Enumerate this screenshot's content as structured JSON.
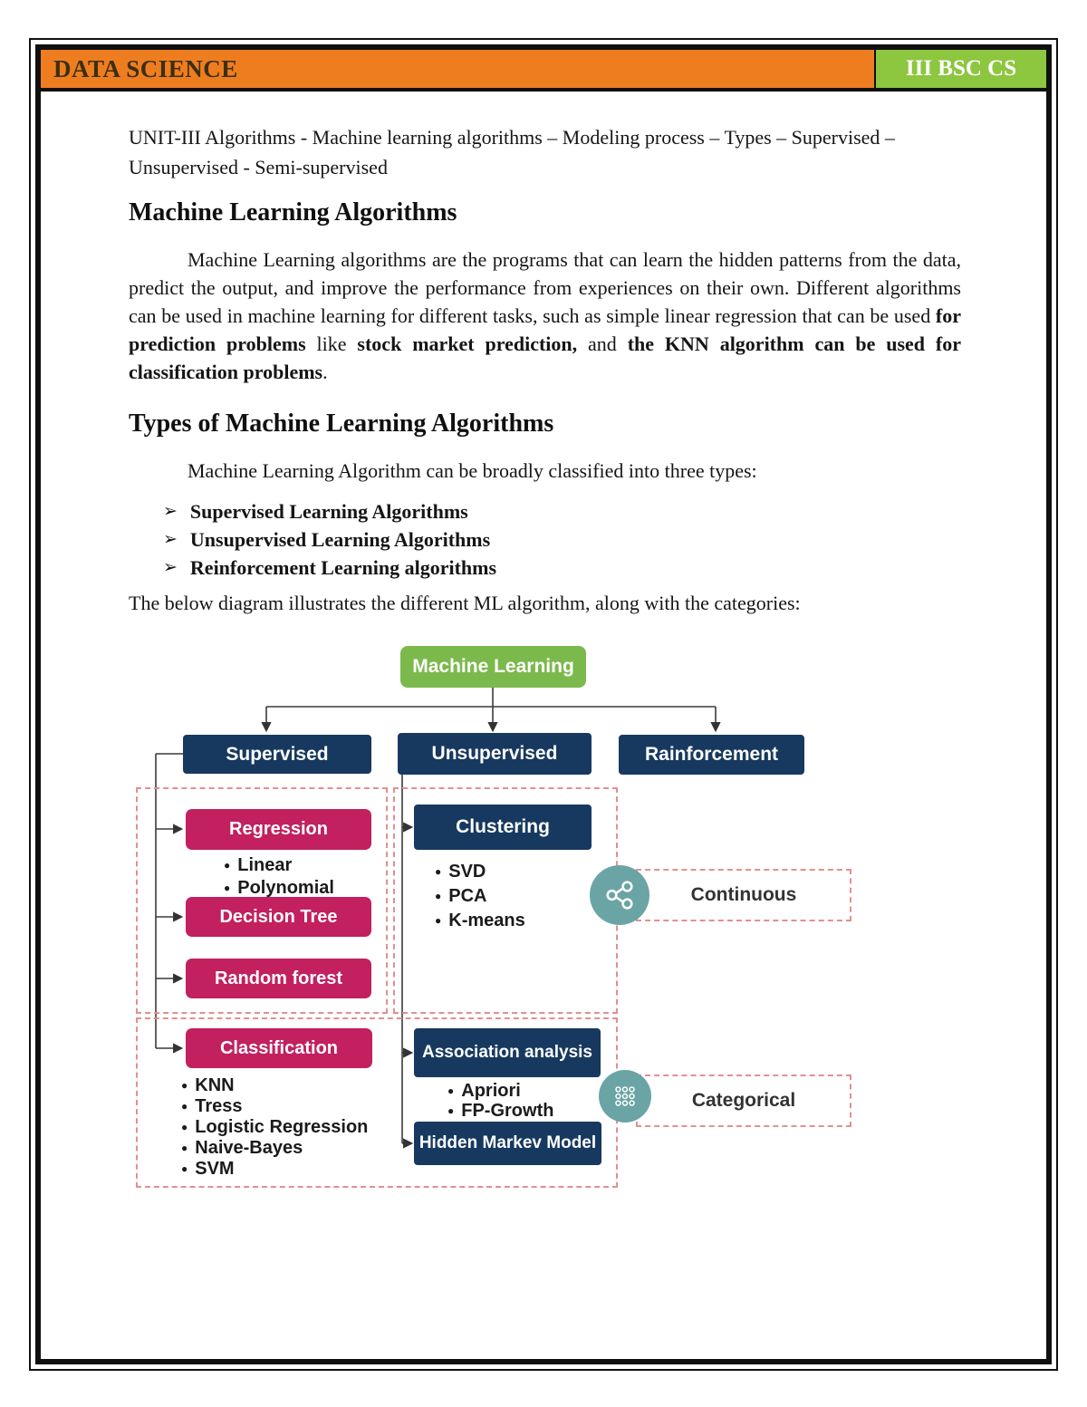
{
  "colors": {
    "header-orange": "#ee7d20",
    "header-green": "#8dc63f",
    "navy": "#17395f",
    "crimson": "#c2205f",
    "root-green": "#7cb94c",
    "teal": "#6ba4a4",
    "dash-red": "#e29090",
    "line": "#3a3a3a"
  },
  "header": {
    "title": "DATA SCIENCE",
    "badge": "III BSC CS"
  },
  "doc": {
    "unit_line": "UNIT-III Algorithms - Machine learning algorithms – Modeling process – Types – Supervised – Unsupervised - Semi-supervised",
    "h1": "Machine Learning Algorithms",
    "p1": {
      "part1": "Machine Learning algorithms are the programs that can learn the hidden patterns from the data, predict the output, and improve the performance from experiences on their own. Different algorithms can be used in machine learning for different tasks, such as simple linear regression that can be used ",
      "bold1": "for prediction problems",
      "part2": " like ",
      "bold2": "stock market prediction,",
      "part3": " and ",
      "bold3": "the KNN algorithm can be used for classification problems",
      "part4": "."
    },
    "h2": "Types of Machine Learning Algorithms",
    "lead": "Machine Learning Algorithm can be broadly classified into three types:",
    "bullet_glyph": "➢",
    "bullets": [
      "Supervised Learning Algorithms",
      "Unsupervised Learning Algorithms",
      "Reinforcement Learning algorithms"
    ],
    "diagram_intro": "The below diagram illustrates the different ML algorithm, along with the categories:"
  },
  "diagram": {
    "root": "Machine Learning",
    "branch_supervised": "Supervised",
    "branch_unsupervised": "Unsupervised",
    "branch_reinforcement": "Rainforcement",
    "regression": "Regression",
    "regression_items": [
      "Linear",
      "Polynomial"
    ],
    "decision_tree": "Decision Tree",
    "random_forest": "Random forest",
    "classification": "Classification",
    "classification_items": [
      "KNN",
      "Tress",
      "Logistic Regression",
      "Naive-Bayes",
      "SVM"
    ],
    "clustering": "Clustering",
    "clustering_items": [
      "SVD",
      "PCA",
      "K-means"
    ],
    "association": "Association analysis",
    "association_items": [
      "Apriori",
      "FP-Growth"
    ],
    "hidden_markov": "Hidden Markev Model",
    "continuous": "Continuous",
    "categorical": "Categorical"
  }
}
